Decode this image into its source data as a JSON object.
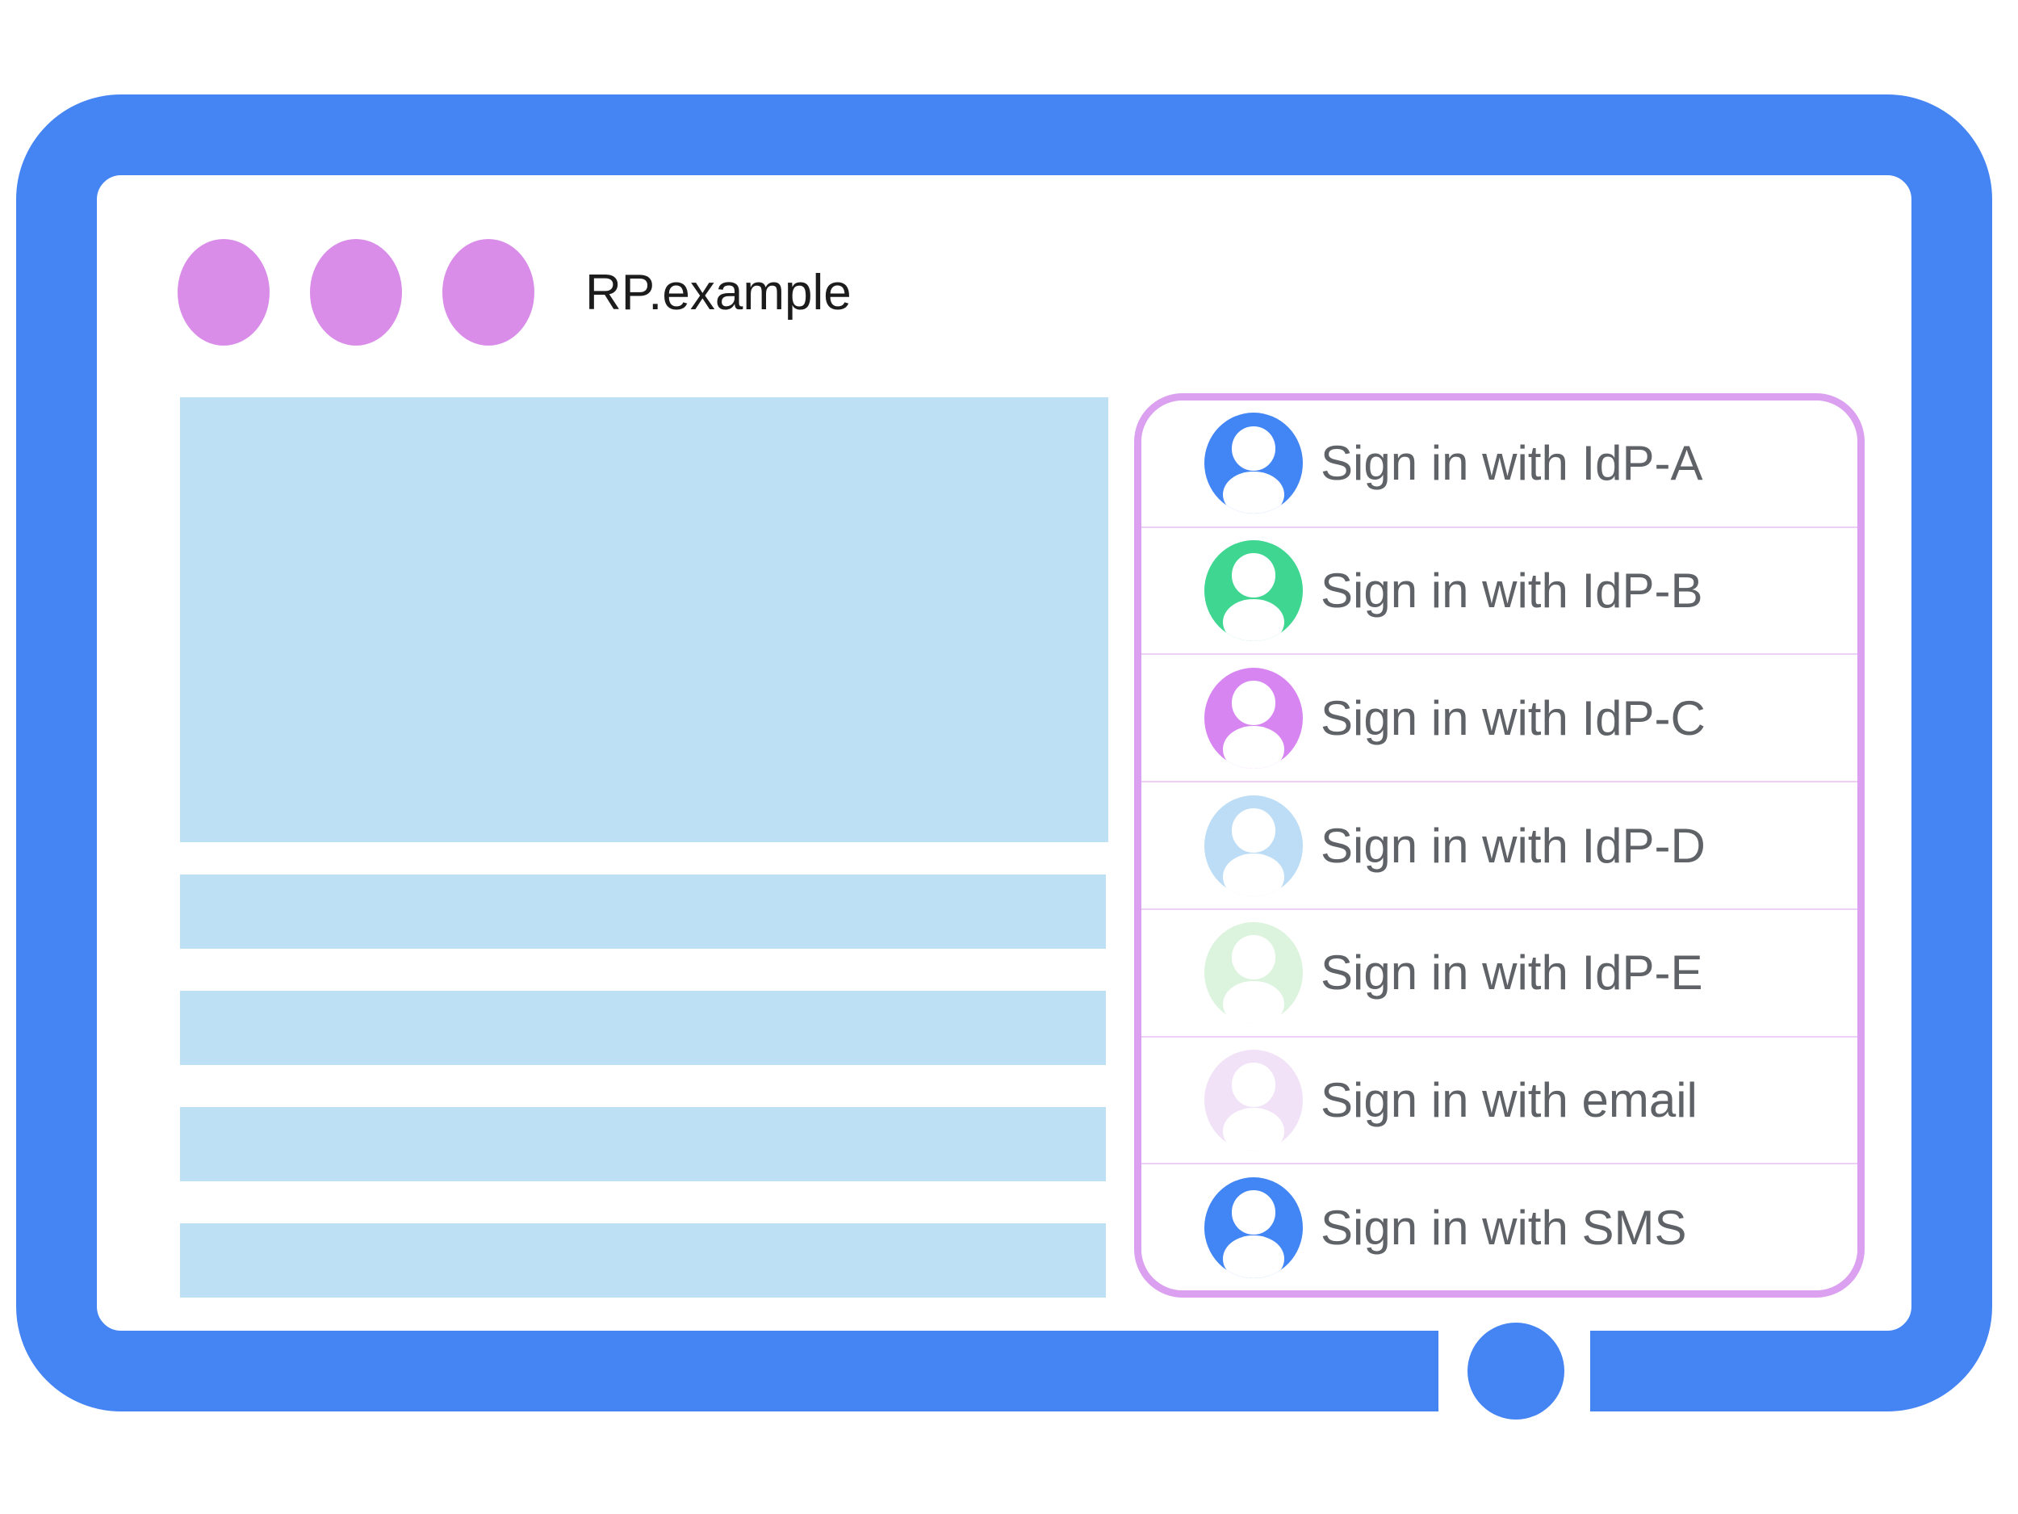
{
  "window": {
    "title": "RP.example",
    "colors": {
      "frame": "#4584F3",
      "window_dots": "#D98DE9",
      "content_placeholder": "#BEE0F4",
      "panel_border": "#DBA0EF",
      "panel_divider": "#EDD0F6",
      "title_text": "#1C1C1C",
      "label_text": "#5F6368"
    }
  },
  "signin_panel": {
    "options": [
      {
        "label": "Sign in with IdP-A",
        "avatar_color": "#4285F4"
      },
      {
        "label": "Sign in with IdP-B",
        "avatar_color": "#3ED691"
      },
      {
        "label": "Sign in with IdP-C",
        "avatar_color": "#D685F1"
      },
      {
        "label": "Sign in with IdP-D",
        "avatar_color": "#BCDDF5"
      },
      {
        "label": "Sign in with IdP-E",
        "avatar_color": "#DCF3DE"
      },
      {
        "label": "Sign in with email",
        "avatar_color": "#F1E2F8"
      },
      {
        "label": "Sign in with SMS",
        "avatar_color": "#4285F4"
      }
    ]
  }
}
